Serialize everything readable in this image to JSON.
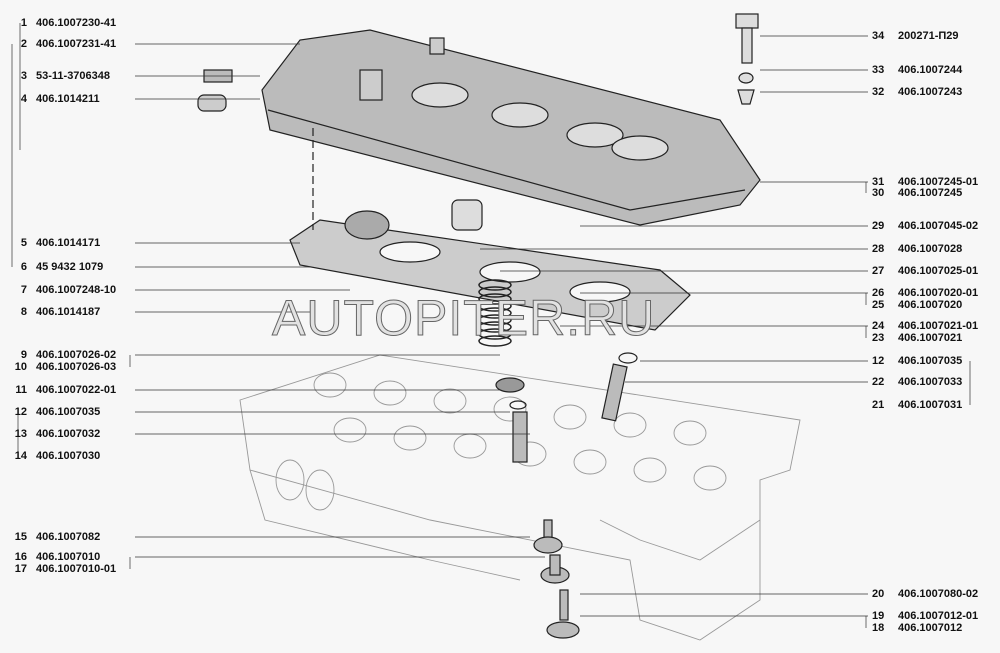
{
  "title": "Cylinder head and valve cover parts diagram",
  "watermark": "AUTOPITER.RU",
  "left_labels": [
    {
      "num": "1",
      "code": "406.1007230-41"
    },
    {
      "num": "2",
      "code": "406.1007231-41"
    },
    {
      "num": "3",
      "code": "53-11-3706348"
    },
    {
      "num": "4",
      "code": "406.1014211"
    },
    {
      "num": "5",
      "code": "406.1014171"
    },
    {
      "num": "6",
      "code": "45 9432 1079"
    },
    {
      "num": "7",
      "code": "406.1007248-10"
    },
    {
      "num": "8",
      "code": "406.1014187"
    },
    {
      "num": "9",
      "code": "406.1007026-02"
    },
    {
      "num": "10",
      "code": "406.1007026-03"
    },
    {
      "num": "11",
      "code": "406.1007022-01"
    },
    {
      "num": "12",
      "code": "406.1007035"
    },
    {
      "num": "13",
      "code": "406.1007032"
    },
    {
      "num": "14",
      "code": "406.1007030"
    },
    {
      "num": "15",
      "code": "406.1007082"
    },
    {
      "num": "16",
      "code": "406.1007010"
    },
    {
      "num": "17",
      "code": "406.1007010-01"
    }
  ],
  "right_labels": [
    {
      "num": "34",
      "code": "200271-П29"
    },
    {
      "num": "33",
      "code": "406.1007244"
    },
    {
      "num": "32",
      "code": "406.1007243"
    },
    {
      "num": "31",
      "code": "406.1007245-01"
    },
    {
      "num": "30",
      "code": "406.1007245"
    },
    {
      "num": "29",
      "code": "406.1007045-02"
    },
    {
      "num": "28",
      "code": "406.1007028"
    },
    {
      "num": "27",
      "code": "406.1007025-01"
    },
    {
      "num": "26",
      "code": "406.1007020-01"
    },
    {
      "num": "25",
      "code": "406.1007020"
    },
    {
      "num": "24",
      "code": "406.1007021-01"
    },
    {
      "num": "23",
      "code": "406.1007021"
    },
    {
      "num": "12",
      "code": "406.1007035"
    },
    {
      "num": "22",
      "code": "406.1007033"
    },
    {
      "num": "21",
      "code": "406.1007031"
    },
    {
      "num": "20",
      "code": "406.1007080-02"
    },
    {
      "num": "19",
      "code": "406.1007012-01"
    },
    {
      "num": "18",
      "code": "406.1007012"
    }
  ]
}
